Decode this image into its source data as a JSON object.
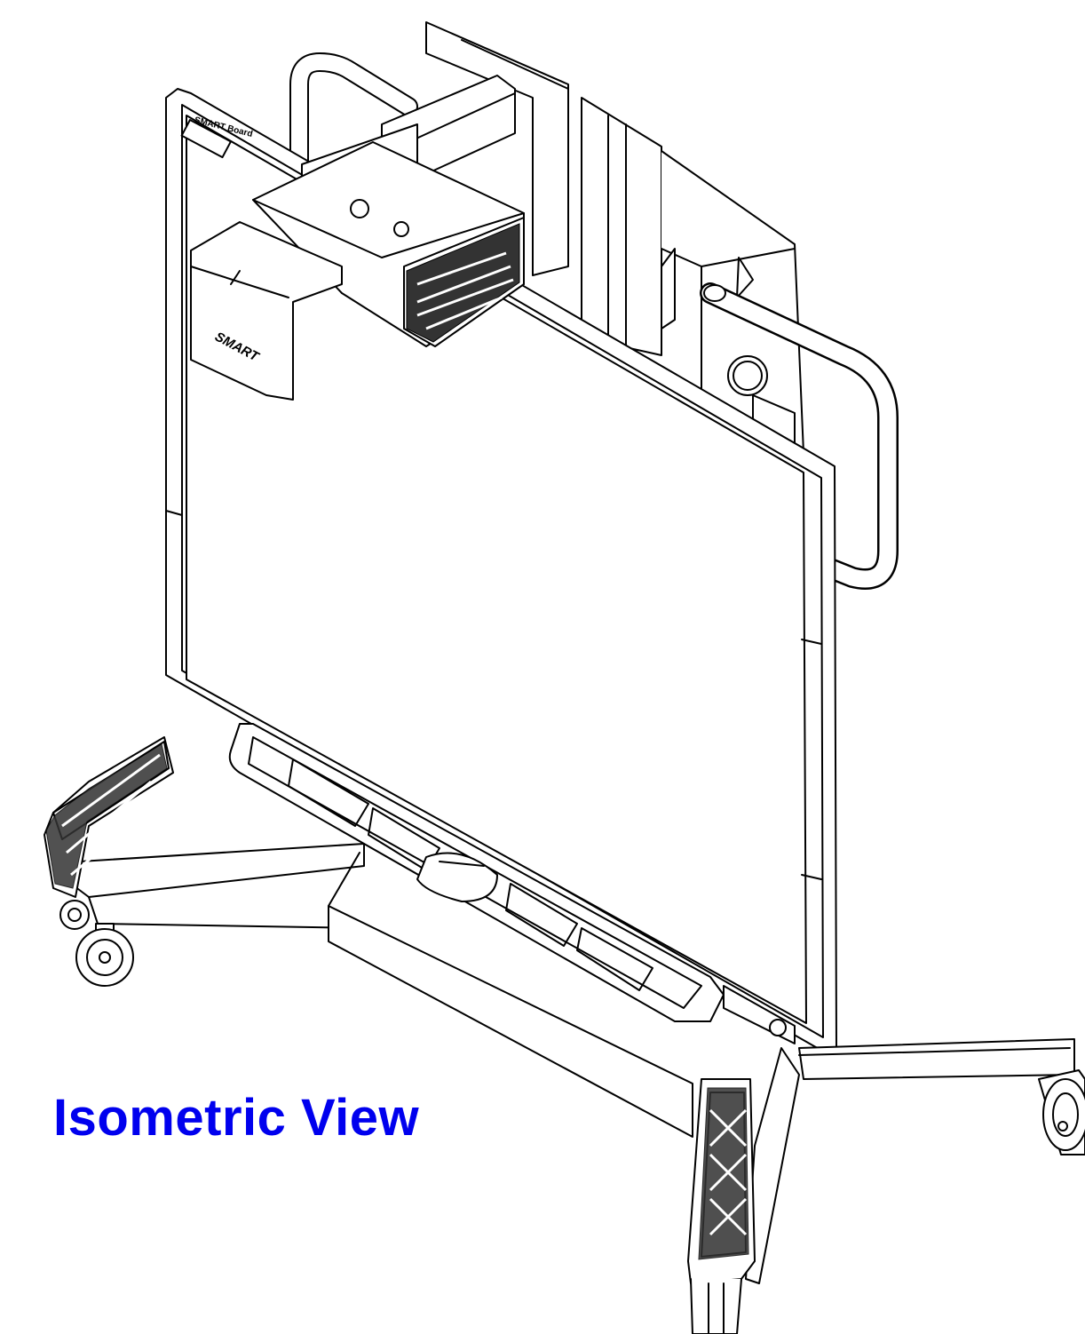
{
  "caption": {
    "text": "Isometric View",
    "color": "#0000ee"
  },
  "logos": {
    "board_logo": "SMART Board",
    "projector_logo": "SMART"
  },
  "colors": {
    "line": "#000000",
    "fill": "#ffffff",
    "tread": "#333333",
    "panel": "#f4f4f4"
  }
}
